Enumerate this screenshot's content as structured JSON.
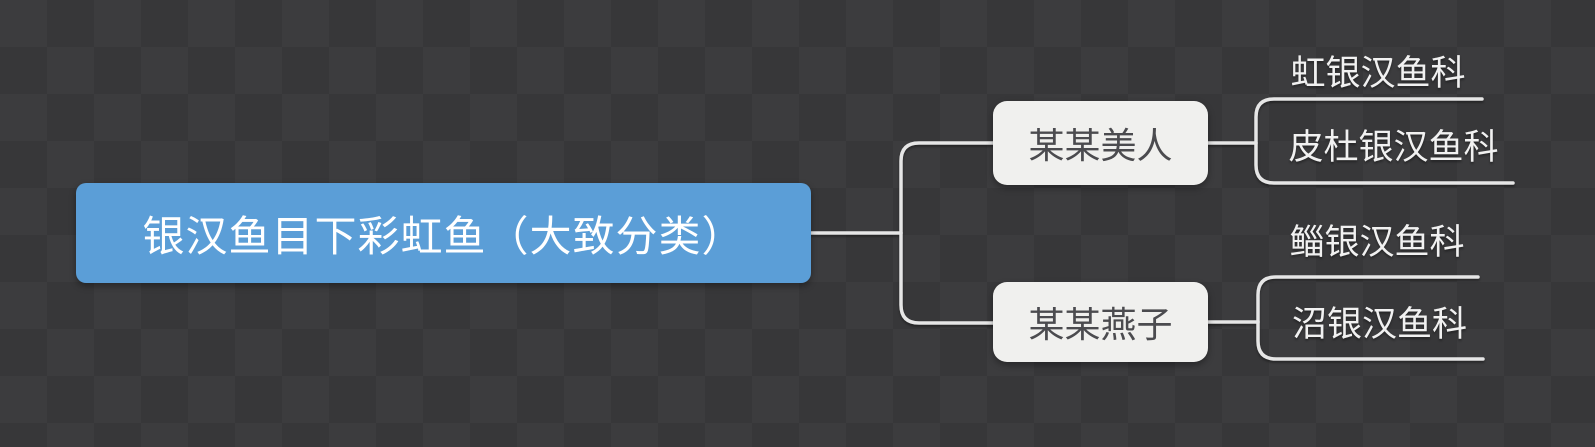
{
  "colors": {
    "background": "#3a3a3c",
    "root_fill": "#5b9ed7",
    "root_text": "#ffffff",
    "child_fill": "#f0f0ee",
    "child_text": "#4b4b4f",
    "leaf_text": "#f1f1f1",
    "connector": "#e6e6e6"
  },
  "mindmap": {
    "root": {
      "label": "银汉鱼目下彩虹鱼（大致分类）"
    },
    "branches": [
      {
        "label": "某某美人",
        "children": [
          {
            "label": "虹银汉鱼科"
          },
          {
            "label": "皮杜银汉鱼科"
          }
        ]
      },
      {
        "label": "某某燕子",
        "children": [
          {
            "label": "鲻银汉鱼科"
          },
          {
            "label": "沼银汉鱼科"
          }
        ]
      }
    ]
  }
}
